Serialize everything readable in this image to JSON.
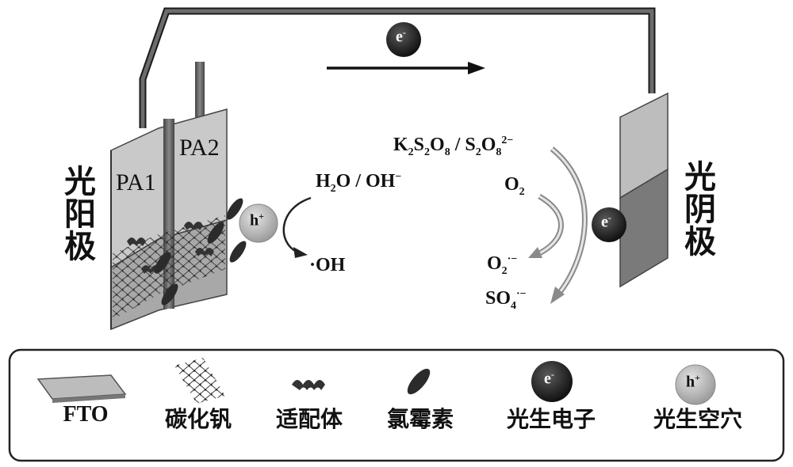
{
  "diagram": {
    "electron_symbol": "e",
    "electron_sup": "-",
    "hole_symbol": "h",
    "hole_sup": "+",
    "photoanode_label": [
      "光",
      "阳",
      "极"
    ],
    "photocathode_label": [
      "光",
      "阴",
      "极"
    ],
    "pa1_label": "PA1",
    "pa2_label": "PA2",
    "anode_reactions": {
      "reactant_main": "H",
      "reactant_sub": "2",
      "reactant_rest": "O / OH",
      "reactant_sup": "−",
      "product_dot": "·",
      "product": "OH"
    },
    "cathode_reactions": {
      "persulfate_parts": [
        "K",
        "2",
        "S",
        "2",
        "O",
        "8",
        " / S",
        "2",
        "O",
        "8",
        "2−"
      ],
      "oxygen_main": "O",
      "oxygen_sub": "2",
      "superoxide_main": "O",
      "superoxide_sub": "2",
      "superoxide_sup": "·−",
      "sulfate_main": "SO",
      "sulfate_sub": "4",
      "sulfate_sup": "·−"
    }
  },
  "legend": {
    "items": [
      {
        "label": "FTO"
      },
      {
        "label": "碳化钒"
      },
      {
        "label": "适配体"
      },
      {
        "label": "氯霉素"
      },
      {
        "label": "光生电子"
      },
      {
        "label": "光生空穴"
      }
    ]
  },
  "colors": {
    "electrode_light": "#c8c8c8",
    "electrode_dark": "#7a7a7a",
    "electron_fill": "#1e1e1e",
    "hole_fill": "#bdbdbd",
    "wire": "#3a3a3a"
  }
}
